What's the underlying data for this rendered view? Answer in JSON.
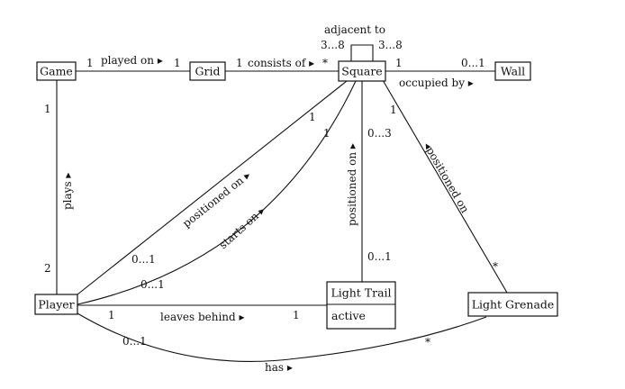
{
  "classes": {
    "game": "Game",
    "grid": "Grid",
    "square": "Square",
    "wall": "Wall",
    "player": "Player",
    "light_trail": "Light Trail",
    "light_trail_attr": "active",
    "light_grenade": "Light Grenade"
  },
  "associations": {
    "game_grid": {
      "label": "played on ▸",
      "m1": "1",
      "m2": "1"
    },
    "grid_square": {
      "label": "consists of ▸",
      "m1": "1",
      "m2": "*"
    },
    "square_self": {
      "label": "adjacent to",
      "m1": "3...8",
      "m2": "3...8"
    },
    "square_wall": {
      "label": "occupied by ▸",
      "m1": "1",
      "m2": "0...1"
    },
    "game_player": {
      "label": "plays ▸",
      "m1": "1",
      "m2": "2"
    },
    "player_square_pos": {
      "label": "positioned on ▸",
      "m1": "1",
      "m2": "0...1"
    },
    "player_square_start": {
      "label": "starts on ▸",
      "m1": "1",
      "m2": "0...1"
    },
    "trail_square": {
      "label": "positioned on ▸",
      "m1": "0...3",
      "m2": "0...1"
    },
    "grenade_square": {
      "label": "◂positioned on",
      "m1": "1",
      "m2": "*"
    },
    "player_trail": {
      "label": "leaves behind ▸",
      "m1": "1",
      "m2": "1"
    },
    "player_grenade": {
      "label": "has ▸",
      "m1": "0...1",
      "m2": "*"
    }
  }
}
